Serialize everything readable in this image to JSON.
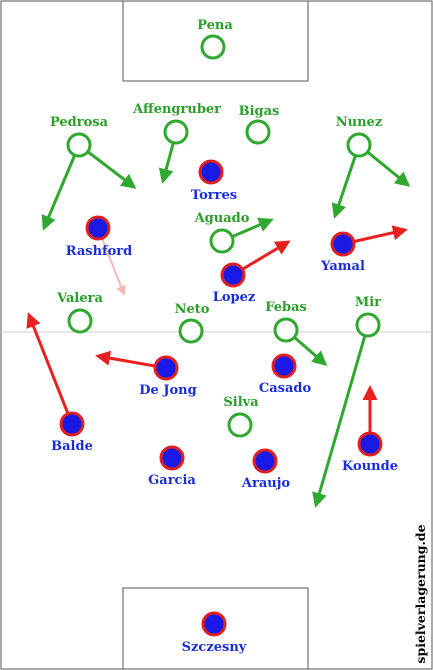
{
  "brand": "spielverlagerung.de",
  "colors": {
    "home": "#2ea82e",
    "away_fill": "#1a1ae6",
    "away_ring": "#e02020",
    "away_arrow": "#e82020",
    "faded_arrow": "#f4b8b8",
    "line": "#444444"
  },
  "home_players": [
    {
      "key": "pena",
      "name": "Pena"
    },
    {
      "key": "pedrosa",
      "name": "Pedrosa"
    },
    {
      "key": "affengruber",
      "name": "Affengruber"
    },
    {
      "key": "bigas",
      "name": "Bigas"
    },
    {
      "key": "nunez",
      "name": "Nunez"
    },
    {
      "key": "aguado",
      "name": "Aguado"
    },
    {
      "key": "valera",
      "name": "Valera"
    },
    {
      "key": "neto",
      "name": "Neto"
    },
    {
      "key": "febas",
      "name": "Febas"
    },
    {
      "key": "mir",
      "name": "Mir"
    },
    {
      "key": "silva",
      "name": "Silva"
    }
  ],
  "away_players": [
    {
      "key": "torres",
      "name": "Torres"
    },
    {
      "key": "rashford",
      "name": "Rashford"
    },
    {
      "key": "yamal",
      "name": "Yamal"
    },
    {
      "key": "lopez",
      "name": "Lopez"
    },
    {
      "key": "dejong",
      "name": "De Jong"
    },
    {
      "key": "casado",
      "name": "Casado"
    },
    {
      "key": "balde",
      "name": "Balde"
    },
    {
      "key": "kounde",
      "name": "Kounde"
    },
    {
      "key": "garcia",
      "name": "Garcia"
    },
    {
      "key": "araujo",
      "name": "Araujo"
    },
    {
      "key": "szczesny",
      "name": "Szczesny"
    }
  ]
}
